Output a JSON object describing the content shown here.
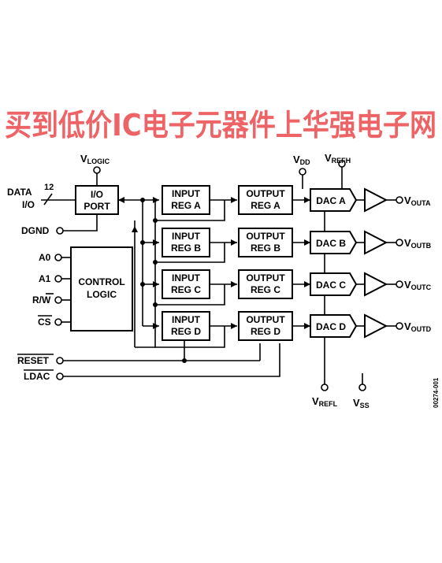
{
  "diagram": {
    "pins": {
      "vlogic": {
        "main": "V",
        "sub": "LOGIC"
      },
      "vdd": {
        "main": "V",
        "sub": "DD"
      },
      "vrefh": {
        "main": "V",
        "sub": "REFH"
      },
      "vrefl": {
        "main": "V",
        "sub": "REFL"
      },
      "vss": {
        "main": "V",
        "sub": "SS"
      },
      "data_line1": "DATA",
      "data_line2": "I/O",
      "bus_width": "12",
      "dgnd": "DGND",
      "a0": "A0",
      "a1": "A1",
      "rw": "R/W",
      "cs": "CS",
      "reset": "RESET",
      "ldac": "LDAC"
    },
    "blocks": {
      "io_port": [
        "I/O",
        "PORT"
      ],
      "control_logic": [
        "CONTROL",
        "LOGIC"
      ],
      "input_regs": [
        [
          "INPUT",
          "REG A"
        ],
        [
          "INPUT",
          "REG B"
        ],
        [
          "INPUT",
          "REG C"
        ],
        [
          "INPUT",
          "REG D"
        ]
      ],
      "output_regs": [
        [
          "OUTPUT",
          "REG A"
        ],
        [
          "OUTPUT",
          "REG B"
        ],
        [
          "OUTPUT",
          "REG C"
        ],
        [
          "OUTPUT",
          "REG D"
        ]
      ],
      "dacs": [
        "DAC A",
        "DAC B",
        "DAC C",
        "DAC D"
      ]
    },
    "outputs": [
      {
        "main": "V",
        "sub": "OUTA"
      },
      {
        "main": "V",
        "sub": "OUTB"
      },
      {
        "main": "V",
        "sub": "OUTC"
      },
      {
        "main": "V",
        "sub": "OUTD"
      }
    ],
    "figure_id": "00274-001"
  },
  "watermark": {
    "text": "买到低价IC电子元器件上华强电子网",
    "color": "#e8282c"
  }
}
